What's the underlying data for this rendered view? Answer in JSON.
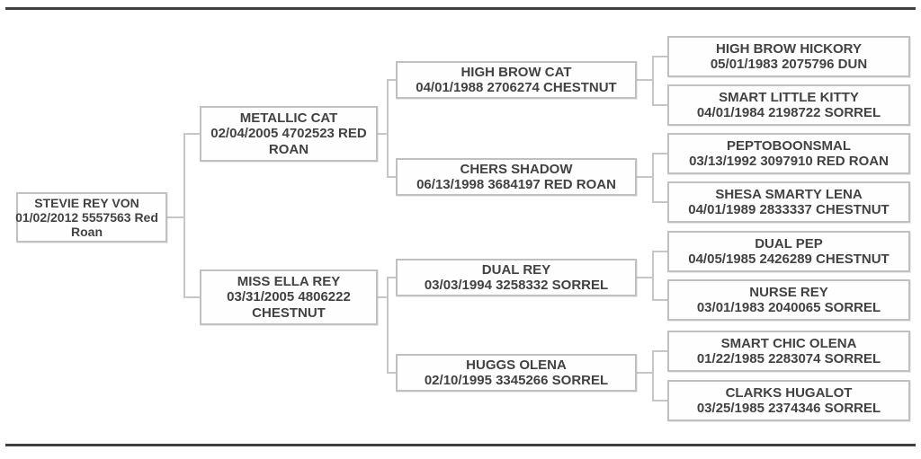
{
  "page": {
    "rule_color": "#3f3f3f",
    "line_color": "#c6c6c6",
    "box_border_color": "#c0c0c0",
    "text_color": "#424242",
    "background": "#ffffff"
  },
  "pedigree": {
    "subject": {
      "name": "STEVIE REY VON",
      "details": "01/02/2012 5557563 Red Roan"
    },
    "gen2": [
      {
        "name": "METALLIC CAT",
        "details": "02/04/2005 4702523 RED ROAN"
      },
      {
        "name": "MISS ELLA REY",
        "details": "03/31/2005 4806222 CHESTNUT"
      }
    ],
    "gen3": [
      {
        "name": "HIGH BROW CAT",
        "details": "04/01/1988 2706274 CHESTNUT"
      },
      {
        "name": "CHERS SHADOW",
        "details": "06/13/1998 3684197 RED ROAN"
      },
      {
        "name": "DUAL REY",
        "details": "03/03/1994 3258332 SORREL"
      },
      {
        "name": "HUGGS OLENA",
        "details": "02/10/1995 3345266 SORREL"
      }
    ],
    "gen4": [
      {
        "name": "HIGH BROW HICKORY",
        "details": "05/01/1983 2075796 DUN"
      },
      {
        "name": "SMART LITTLE KITTY",
        "details": "04/01/1984 2198722 SORREL"
      },
      {
        "name": "PEPTOBOONSMAL",
        "details": "03/13/1992 3097910 RED ROAN"
      },
      {
        "name": "SHESA SMARTY LENA",
        "details": "04/01/1989 2833337 CHESTNUT"
      },
      {
        "name": "DUAL PEP",
        "details": "04/05/1985 2426289 CHESTNUT"
      },
      {
        "name": "NURSE REY",
        "details": "03/01/1983 2040065 SORREL"
      },
      {
        "name": "SMART CHIC OLENA",
        "details": "01/22/1985 2283074 SORREL"
      },
      {
        "name": "CLARKS HUGALOT",
        "details": "03/25/1985 2374346 SORREL"
      }
    ]
  }
}
